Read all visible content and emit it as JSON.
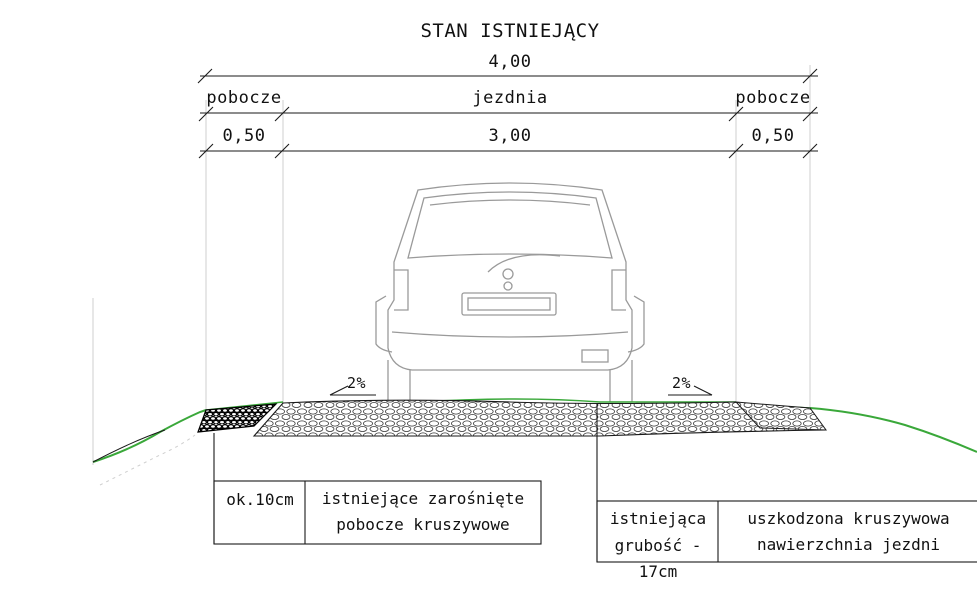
{
  "title": "STAN ISTNIEJĄCY",
  "dims": {
    "total": "4,00",
    "shoulder_label_left": "pobocze",
    "road_label": "jezdnia",
    "shoulder_label_right": "pobocze",
    "shoulder_width_left": "0,50",
    "road_width": "3,00",
    "shoulder_width_right": "0,50"
  },
  "slopes": {
    "left": "2%",
    "right": "2%"
  },
  "callouts": {
    "shoulder": {
      "thickness": "ok.10cm",
      "description_line1": "istniejące zarośnięte",
      "description_line2": "pobocze kruszywowe"
    },
    "road": {
      "thickness_line1": "istniejąca",
      "thickness_line2": "grubość -",
      "thickness_line3": "17cm",
      "description_line1": "uszkodzona kruszywowa",
      "description_line2": "nawierzchnia jezdni"
    }
  },
  "colors": {
    "grass": "#3aa83a",
    "line": "#1a1a1a",
    "guide": "#d0d0d0",
    "car": "#9a9a9a"
  }
}
